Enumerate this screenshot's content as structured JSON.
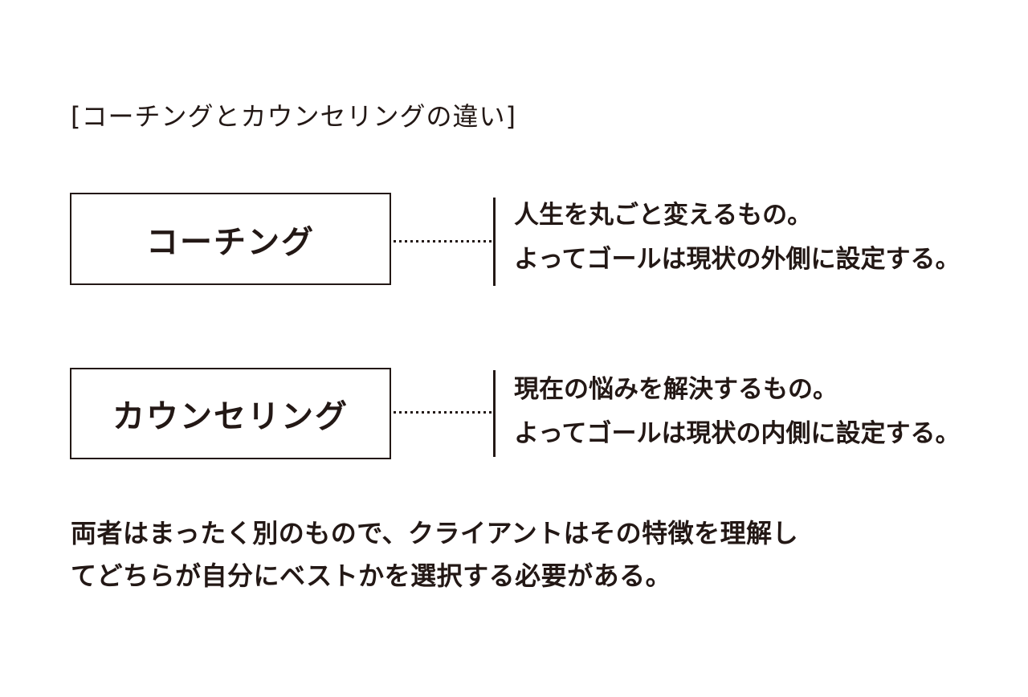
{
  "page": {
    "background_color": "#ffffff",
    "ink_color": "#231815"
  },
  "title": "[コーチングとカウンセリングの違い]",
  "diagram": {
    "rows": [
      {
        "box_label": "コーチング",
        "description_lines": [
          "人生を丸ごと変えるもの。",
          "よってゴールは現状の外側に設定する。"
        ]
      },
      {
        "box_label": "カウンセリング",
        "description_lines": [
          "現在の悩みを解決するもの。",
          "よってゴールは現状の内側に設定する。"
        ]
      }
    ]
  },
  "footer": {
    "lines": [
      "両者はまったく別のもので、クライアントはその特徴を理解し",
      "てどちらが自分にベストかを選択する必要がある。"
    ]
  }
}
